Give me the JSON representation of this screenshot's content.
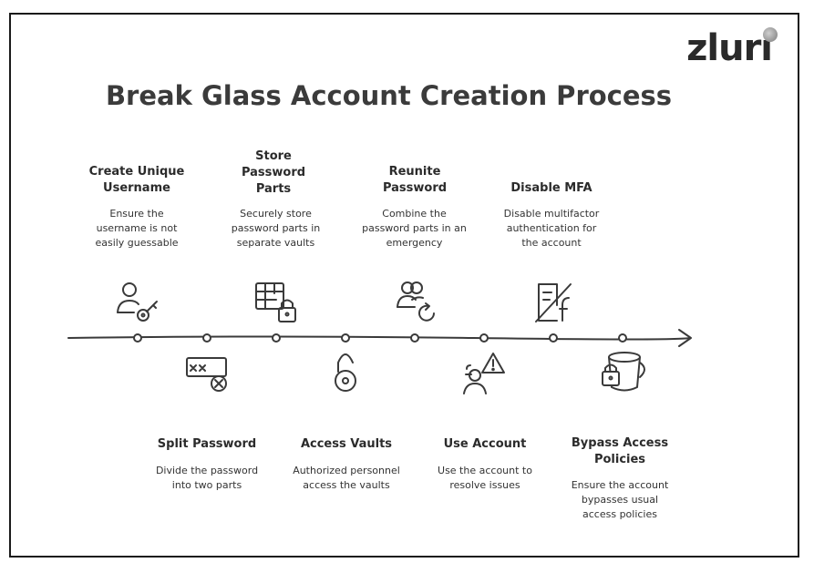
{
  "logo": {
    "text": "zluri"
  },
  "title": "Break Glass Account Creation Process",
  "steps_top": [
    {
      "title": "Create Unique Username",
      "desc": "Ensure the username is not easily guessable",
      "icon": "user-key-icon"
    },
    {
      "title": "Store Password Parts",
      "desc": "Securely store password parts in separate vaults",
      "icon": "vault-lock-icon"
    },
    {
      "title": "Reunite Password",
      "desc": "Combine the password parts in an emergency",
      "icon": "users-refresh-icon"
    },
    {
      "title": "Disable MFA",
      "desc": "Disable multifactor authentication for the account",
      "icon": "mfa-disabled-icon"
    }
  ],
  "steps_bottom": [
    {
      "title": "Split Password",
      "desc": "Divide the password into two parts",
      "icon": "password-split-icon"
    },
    {
      "title": "Access Vaults",
      "desc": "Authorized personnel access the vaults",
      "icon": "padlock-icon"
    },
    {
      "title": "Use Account",
      "desc": "Use the account to resolve issues",
      "icon": "user-warning-icon"
    },
    {
      "title": "Bypass Access Policies",
      "desc": "Ensure the account bypasses usual access policies",
      "icon": "bucket-lock-icon"
    }
  ],
  "colors": {
    "line": "#3a3a3a",
    "text": "#2b2b2b"
  }
}
